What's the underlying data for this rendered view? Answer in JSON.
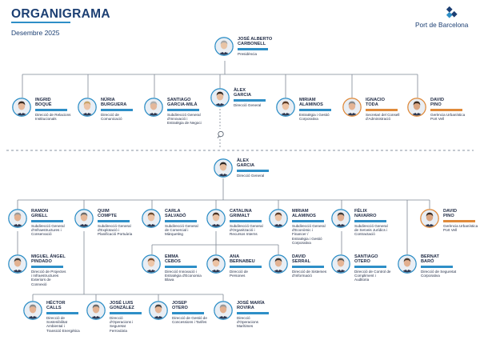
{
  "header": {
    "title": "ORGANIGRAMA",
    "subtitle": "Desembre 2025",
    "logo_text": "Port de Barcelona",
    "logo_icon": "port-logo-diamond",
    "accent_color": "#2e8fc7",
    "external_color": "#e08a3a"
  },
  "people": [
    {
      "name": [
        "JOSÉ ALBERTO",
        "CARBONELL"
      ],
      "role": [
        "Presidència"
      ],
      "skin": "#e8c4a6",
      "hair": "#a8a8a8",
      "ring": "#2e8fc7"
    },
    {
      "name": [
        "INGRID",
        "BOQUÉ"
      ],
      "role": [
        "Direcció de Relacions",
        "Institucionals"
      ],
      "skin": "#e6b89a",
      "hair": "#3b2a22",
      "ring": "#2e8fc7"
    },
    {
      "name": [
        "NÚRIA",
        "BURGUERA"
      ],
      "role": [
        "Direcció de",
        "Comunicació"
      ],
      "skin": "#ecc4a8",
      "hair": "#c9a46a",
      "ring": "#2e8fc7"
    },
    {
      "name": [
        "SANTIAGO",
        "GARCIA-MILÀ"
      ],
      "role": [
        "Subdirecció General",
        "d'Innovació i",
        "Estratègia de Negoci"
      ],
      "skin": "#e3b89c",
      "hair": "#b0b0b0",
      "ring": "#2e8fc7"
    },
    {
      "name": [
        "ÀLEX",
        "GARCIA"
      ],
      "role": [
        "Direcció General"
      ],
      "skin": "#e6bd9f",
      "hair": "#2e2622",
      "ring": "#2e8fc7"
    },
    {
      "name": [
        "MIRIAM",
        "ALAMINOS"
      ],
      "role": [
        "Estratègia i Gestió",
        "Corporativa"
      ],
      "skin": "#ecc3a4",
      "hair": "#5a3a26",
      "ring": "#2e8fc7"
    },
    {
      "name": [
        "IGNACIO",
        "TODA"
      ],
      "role": [
        "Secretari del Consell",
        "d'Administració"
      ],
      "skin": "#e4b495",
      "hair": "#8a8a8a",
      "ring": "#e08a3a"
    },
    {
      "name": [
        "DAVID",
        "PINO"
      ],
      "role": [
        "Gerència Urbanística",
        "Port Vell"
      ],
      "skin": "#d9a582",
      "hair": "#3a2b22",
      "ring": "#e08a3a"
    },
    {
      "name": [
        "ÀLEX",
        "GARCIA"
      ],
      "role": [
        "Direcció General"
      ],
      "skin": "#e6bd9f",
      "hair": "#2e2622",
      "ring": "#2e8fc7"
    },
    {
      "name": [
        "RAMON",
        "GRIELL"
      ],
      "role": [
        "Subdirecció General",
        "d'Infraestructures i",
        "Conservació"
      ],
      "skin": "#e2b090",
      "hair": "#9a9a9a",
      "ring": "#2e8fc7"
    },
    {
      "name": [
        "QUIM",
        "COMPTE"
      ],
      "role": [
        "Subdirecció General",
        "d'Explotació i",
        "Planificació Portuària"
      ],
      "skin": "#e5b798",
      "hair": "#6a6a6a",
      "ring": "#2e8fc7"
    },
    {
      "name": [
        "CARLA",
        "SALVADÓ"
      ],
      "role": [
        "Subdirecció General",
        "de Comercial i",
        "Màrqueting"
      ],
      "skin": "#ecc3a5",
      "hair": "#6b4a2e",
      "ring": "#2e8fc7"
    },
    {
      "name": [
        "CATALINA",
        "GRIMALT"
      ],
      "role": [
        "Subdirecció General",
        "d'Organització i",
        "Recursos Interns"
      ],
      "skin": "#ebc2a4",
      "hair": "#4a3224",
      "ring": "#2e8fc7"
    },
    {
      "name": [
        "MIRIAM",
        "ALAMINOS"
      ],
      "role": [
        "Subdirecció General",
        "d'Econòmic i",
        "Financer /",
        "Estratègia i Gestió",
        "Corporativa"
      ],
      "skin": "#ecc3a4",
      "hair": "#5a3a26",
      "ring": "#2e8fc7"
    },
    {
      "name": [
        "FÉLIX",
        "NAVARRO"
      ],
      "role": [
        "Subdirecció General",
        "de Serveis Jurídics i",
        "Contractació"
      ],
      "skin": "#e0ad8e",
      "hair": "#3a3a3a",
      "ring": "#2e8fc7"
    },
    {
      "name": [
        "DAVID",
        "PINO"
      ],
      "role": [
        "Gerència Urbanística",
        "Port Vell"
      ],
      "skin": "#d9a582",
      "hair": "#3a2b22",
      "ring": "#e08a3a"
    },
    {
      "name": [
        "MIGUEL ÁNGEL",
        "PINDADO"
      ],
      "role": [
        "Direcció de Projectes",
        "i Infraestructures",
        "Exteriors de",
        "Connexió"
      ],
      "skin": "#e2b292",
      "hair": "#3e3e3e",
      "ring": "#2e8fc7"
    },
    {
      "name": [
        "EMMA",
        "CEBOS"
      ],
      "role": [
        "Direcció Innovació i",
        "Estratègia d'Economia",
        "Blava"
      ],
      "skin": "#edc6a8",
      "hair": "#7a4e30",
      "ring": "#2e8fc7"
    },
    {
      "name": [
        "ANA",
        "BERNABEU"
      ],
      "role": [
        "Direcció de",
        "Persones"
      ],
      "skin": "#ecc3a4",
      "hair": "#3b2820",
      "ring": "#2e8fc7"
    },
    {
      "name": [
        "DAVID",
        "SERRAL"
      ],
      "role": [
        "Direcció de Sistemes",
        "d'Informació"
      ],
      "skin": "#e3b394",
      "hair": "#2f2f2f",
      "ring": "#2e8fc7"
    },
    {
      "name": [
        "SANTIAGO",
        "OTERO"
      ],
      "role": [
        "Direcció de Control de",
        "Compliment i",
        "Auditoria"
      ],
      "skin": "#e5b596",
      "hair": "#5a5a5a",
      "ring": "#2e8fc7"
    },
    {
      "name": [
        "BERNAT",
        "BARÓ"
      ],
      "role": [
        "Direcció de Seguretat",
        "Corporativa"
      ],
      "skin": "#e2b090",
      "hair": "#4a3a30",
      "ring": "#2e8fc7"
    },
    {
      "name": [
        "HÉCTOR",
        "CALLS"
      ],
      "role": [
        "Direcció de",
        "Sostenibilitat",
        "Ambiental i",
        "Transició Energètica"
      ],
      "skin": "#e3b394",
      "hair": "#8a8a8a",
      "ring": "#2e8fc7"
    },
    {
      "name": [
        "JOSÉ LUIS",
        "GONZÁLEZ"
      ],
      "role": [
        "Direcció",
        "d'Operacions i",
        "Seguretat",
        "Ferroviària"
      ],
      "skin": "#e2b191",
      "hair": "#6a6a6a",
      "ring": "#2e8fc7"
    },
    {
      "name": [
        "JOSEP",
        "OTERO"
      ],
      "role": [
        "Direcció de Gestió de",
        "Concessions i Tarifes"
      ],
      "skin": "#e4b495",
      "hair": "#444444",
      "ring": "#2e8fc7"
    },
    {
      "name": [
        "JOSÉ MARÍA",
        "ROVIRA"
      ],
      "role": [
        "Direcció",
        "d'Operacions",
        "Marítimes"
      ],
      "skin": "#e1b090",
      "hair": "#999999",
      "ring": "#2e8fc7"
    }
  ]
}
